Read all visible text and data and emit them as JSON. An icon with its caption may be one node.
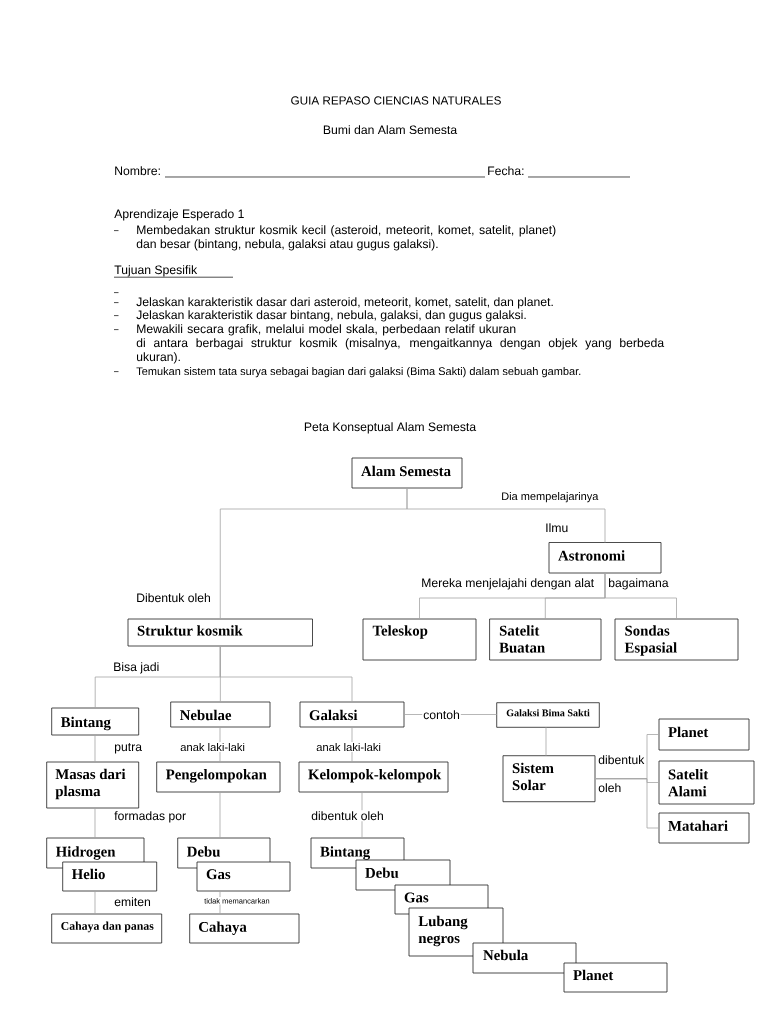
{
  "diagram": {
    "title": "GUIA REPASO CIENCIAS NATURALES",
    "nodes": [
      {
        "text": [
          "Alam Semesta"
        ]
      },
      {
        "text": [
          "Astronomi"
        ],
        "beside": [
          "Ilmu"
        ]
      },
      {
        "text": [
          "Struktur kosmik"
        ]
      },
      {
        "text": [
          "Teleskop"
        ]
      },
      {
        "text": [
          "Satelit Buatan"
        ]
      },
      {
        "text": [
          "Sondas Espasial"
        ]
      },
      {
        "text": [
          "Bintang"
        ]
      },
      {
        "text": [
          "Nebulae"
        ]
      },
      {
        "text": [
          "Galaksi"
        ]
      },
      {
        "text": [
          "Galaksi Bima Sakti"
        ]
      },
      {
        "text": [
          "Planet"
        ]
      },
      {
        "text": [
          "Sistem Solar"
        ]
      },
      {
        "text": [
          "Satelit Alami"
        ]
      },
      {
        "text": [
          "Masas dari plasma"
        ]
      },
      {
        "text": [
          "Pengelompokan"
        ]
      },
      {
        "text": [
          "Kelompok-kelompok"
        ]
      },
      {
        "text": [
          "Matahari"
        ]
      },
      {
        "text": [
          "Hidrogen"
        ]
      },
      {
        "text": [
          "Debu"
        ]
      },
      {
        "text": [
          "Bintang"
        ]
      },
      {
        "text": [
          "Helio"
        ]
      },
      {
        "text": [
          "Gas"
        ]
      },
      {
        "text": [
          "Debu"
        ]
      },
      {
        "text": [
          "Gas"
        ]
      },
      {
        "text": [
          "Cahaya dan panas"
        ]
      },
      {
        "text": [
          "Cahaya"
        ]
      },
      {
        "text": [
          "Lubang negros"
        ]
      },
      {
        "text": [
          "Nebula"
        ]
      },
      {
        "text": [
          "Planet"
        ]
      }
    ],
    "edges": [
      {
        "from": 0,
        "to": 2,
        "arrow": "none",
        "label": "Dibentuk oleh"
      },
      {
        "from": 0,
        "to": 1,
        "arrow": "none",
        "label": "Dia mempelajarinya"
      },
      {
        "from": 1,
        "to": 3,
        "arrow": "none"
      },
      {
        "from": 1,
        "to": 4,
        "arrow": "none"
      },
      {
        "from": 1,
        "to": 5,
        "arrow": "none"
      },
      {
        "from": 2,
        "to": 6,
        "arrow": "none"
      },
      {
        "from": 2,
        "to": 7,
        "arrow": "none"
      },
      {
        "from": 2,
        "to": 8,
        "arrow": "none"
      },
      {
        "from": 8,
        "to": 9,
        "arrow": "none",
        "label": "contoh"
      },
      {
        "from": 9,
        "to": 11,
        "arrow": "none"
      },
      {
        "from": 11,
        "to": 10,
        "arrow": "none"
      },
      {
        "from": 11,
        "to": 12,
        "arrow": "none"
      },
      {
        "from": 11,
        "to": 16,
        "arrow": "none"
      },
      {
        "from": 6,
        "to": 13,
        "arrow": "none",
        "label": "putra"
      },
      {
        "from": 7,
        "to": 14,
        "arrow": "none",
        "label": "anak laki-laki"
      },
      {
        "from": 8,
        "to": 15,
        "arrow": "none",
        "label": "anak laki-laki"
      },
      {
        "from": 13,
        "to": 17,
        "arrow": "none",
        "label": "formadas por"
      },
      {
        "from": 14,
        "to": 18,
        "arrow": "none"
      },
      {
        "from": 15,
        "to": 19,
        "arrow": "none",
        "label": "dibentuk oleh"
      },
      {
        "from": 20,
        "to": 24,
        "arrow": "none",
        "label": "emiten"
      },
      {
        "from": 21,
        "to": 25,
        "arrow": "none",
        "label": "tidak memancarkan"
      }
    ],
    "labels": [
      "Bumi dan Alam Semesta",
      "Nombre:",
      "Fecha:",
      "Aprendizaje Esperado 1",
      "Membedakan struktur kosmik kecil (asteroid, meteorit, komet, satelit, planet) dan besar (bintang, nebula, galaksi atau gugus galaksi).",
      "Tujuan Spesifik",
      "Jelaskan karakteristik dasar dari asteroid, meteorit, komet, satelit, dan planet.",
      "Jelaskan karakteristik dasar bintang, nebula, galaksi, dan gugus galaksi.",
      "Mewakili secara grafik, melalui model skala, perbedaan relatif ukuran di antara berbagai struktur kosmik (misalnya, mengaitkannya dengan objek yang berbeda ukuran).",
      "Temukan sistem tata surya sebagai bagian dari galaksi (Bima Sakti) dalam sebuah gambar.",
      "Peta Konseptual Alam Semesta",
      "Mereka menjelajahi dengan alat",
      "bagaimana",
      "Bisa jadi",
      "dibentuk",
      "oleh"
    ]
  }
}
